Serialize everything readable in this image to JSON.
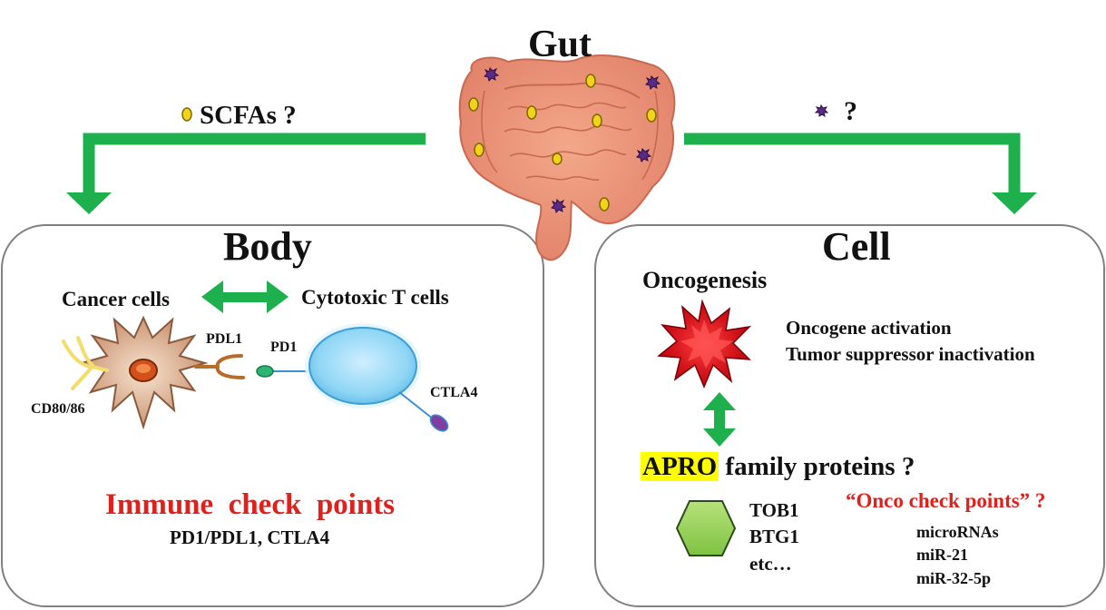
{
  "gut": {
    "title": "Gut"
  },
  "left_branch": {
    "label": "SCFAs ?"
  },
  "right_branch": {
    "label": "?"
  },
  "body_panel": {
    "title": "Body",
    "cancer_label": "Cancer cells",
    "tcell_label": "Cytotoxic T cells",
    "pdl1": "PDL1",
    "pd1": "PD1",
    "cd80": "CD80/86",
    "ctla4": "CTLA4",
    "heading": "Immune  check  points",
    "subheading": "PD1/PDL1, CTLA4"
  },
  "cell_panel": {
    "title": "Cell",
    "oncogenesis": "Oncogenesis",
    "effects": [
      "Oncogene activation",
      "Tumor suppressor inactivation"
    ],
    "apro_word": "APRO",
    "apro_rest": "family proteins ?",
    "proteins": [
      "TOB1",
      "BTG1",
      "etc…"
    ],
    "onco_heading": "“Onco check points” ?",
    "micro": [
      "microRNAs",
      "miR-21",
      "miR-32-5p"
    ]
  },
  "colors": {
    "arrow_green": "#1db04c",
    "highlight": "#ffff00",
    "heading_red": "#e0201c",
    "panel_border": "#808080"
  }
}
